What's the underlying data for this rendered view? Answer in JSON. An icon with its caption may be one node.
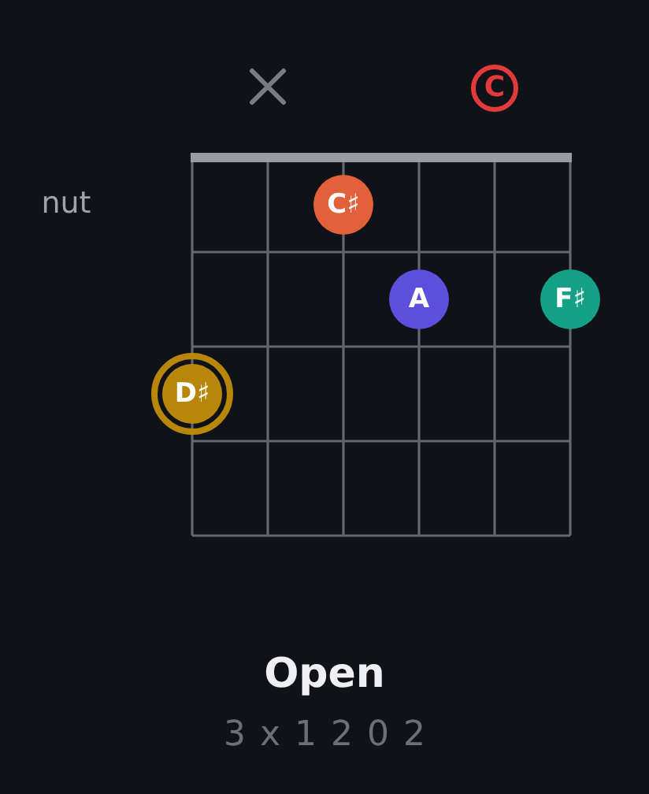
{
  "diagram": {
    "title": "Open",
    "nodes": [
      {
        "text": [
          "C"
        ]
      },
      {
        "text": [
          "C♯"
        ]
      },
      {
        "text": [
          "A"
        ]
      },
      {
        "text": [
          "F♯"
        ]
      },
      {
        "text": [
          "D♯"
        ]
      }
    ],
    "labels": [
      "nut",
      "3 x 1 2 0 2"
    ]
  }
}
